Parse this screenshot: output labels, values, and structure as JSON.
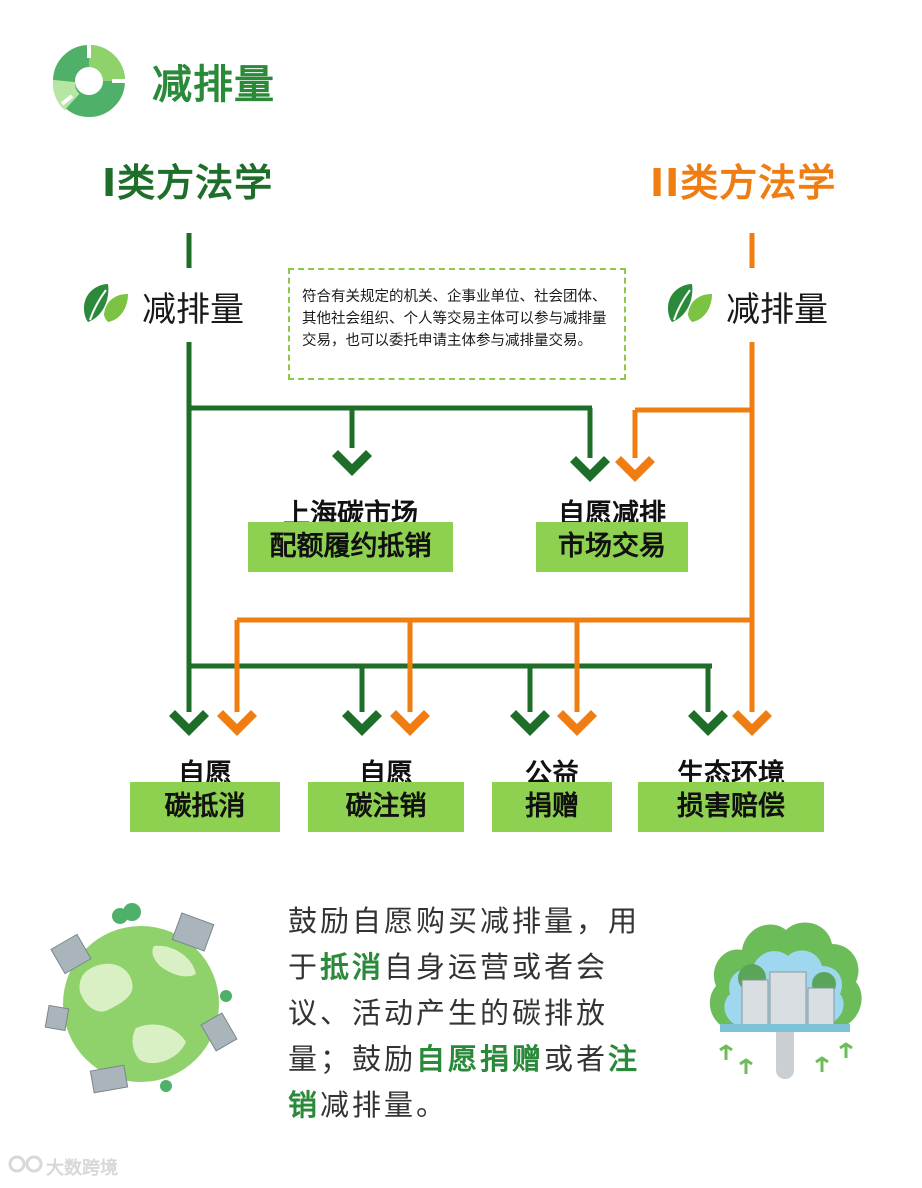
{
  "header": {
    "title": "减排量"
  },
  "methods": {
    "left": "I类方法学",
    "right": "II类方法学"
  },
  "sources": {
    "left_label": "减排量",
    "right_label": "减排量"
  },
  "note": "符合有关规定的机关、企事业单位、社会团体、其他社会组织、个人等交易主体可以参与减排量交易，也可以委托申请主体参与减排量交易。",
  "mid_boxes": [
    {
      "line1": "上海碳市场",
      "line2": "配额履约抵销"
    },
    {
      "line1": "自愿减排",
      "line2": "市场交易"
    }
  ],
  "bottom_boxes": [
    {
      "line1": "自愿",
      "line2": "碳抵消"
    },
    {
      "line1": "自愿",
      "line2": "碳注销"
    },
    {
      "line1": "公益",
      "line2": "捐赠"
    },
    {
      "line1": "生态环境",
      "line2": "损害赔偿"
    }
  ],
  "paragraph": {
    "p1": "鼓励自愿购买减排量，用于",
    "h1": "抵消",
    "p2": "自身运营或者会议、活动产生的碳排放量；鼓励",
    "h2": "自愿捐赠",
    "p3": "或者",
    "h3": "注销",
    "p4": "减排量。"
  },
  "watermark": "大数跨境",
  "colors": {
    "class1": "#1e6e2a",
    "class2": "#ef7d12",
    "box_fill": "#8ed04f",
    "title": "#2a8a3a"
  }
}
